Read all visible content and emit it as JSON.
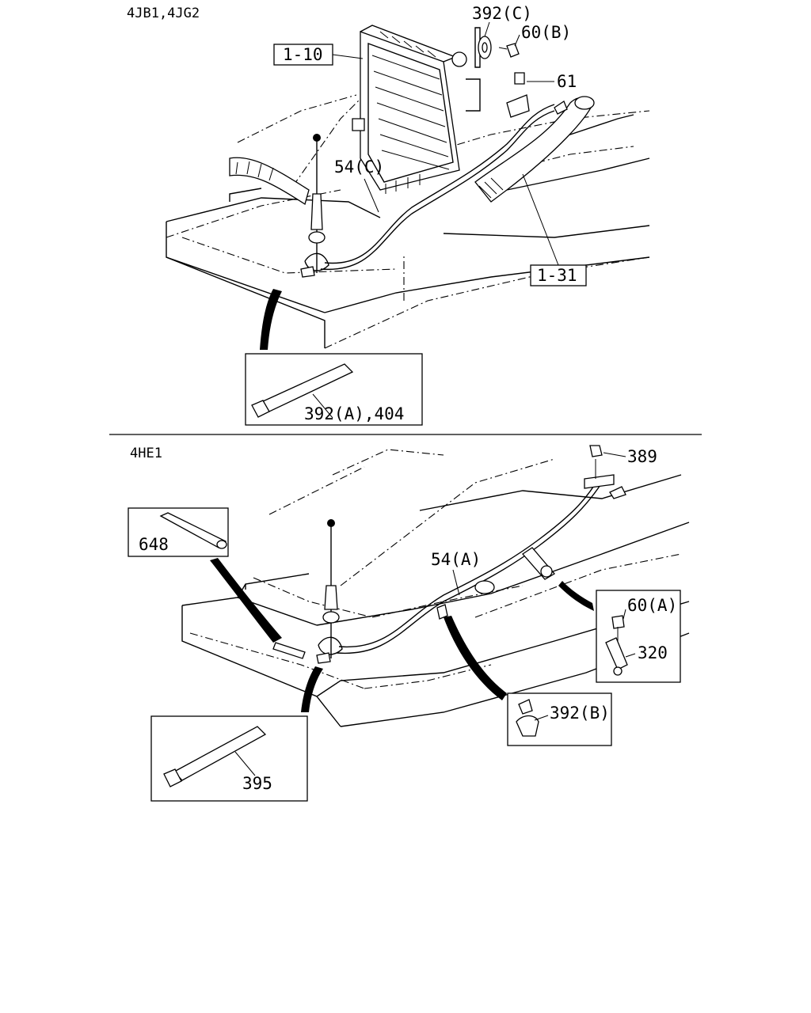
{
  "sections": {
    "top": {
      "header": "4JB1,4JG2"
    },
    "bottom": {
      "header": "4HE1"
    }
  },
  "callouts": {
    "c392C": "392(C)",
    "c60B": "60(B)",
    "c61": "61",
    "c110": "1-10",
    "c54C": "54(C)",
    "c131": "1-31",
    "c392A404": "392(A),404",
    "c389": "389",
    "c648": "648",
    "c54A": "54(A)",
    "c60A": "60(A)",
    "c320": "320",
    "c392B": "392(B)",
    "c395": "395"
  }
}
